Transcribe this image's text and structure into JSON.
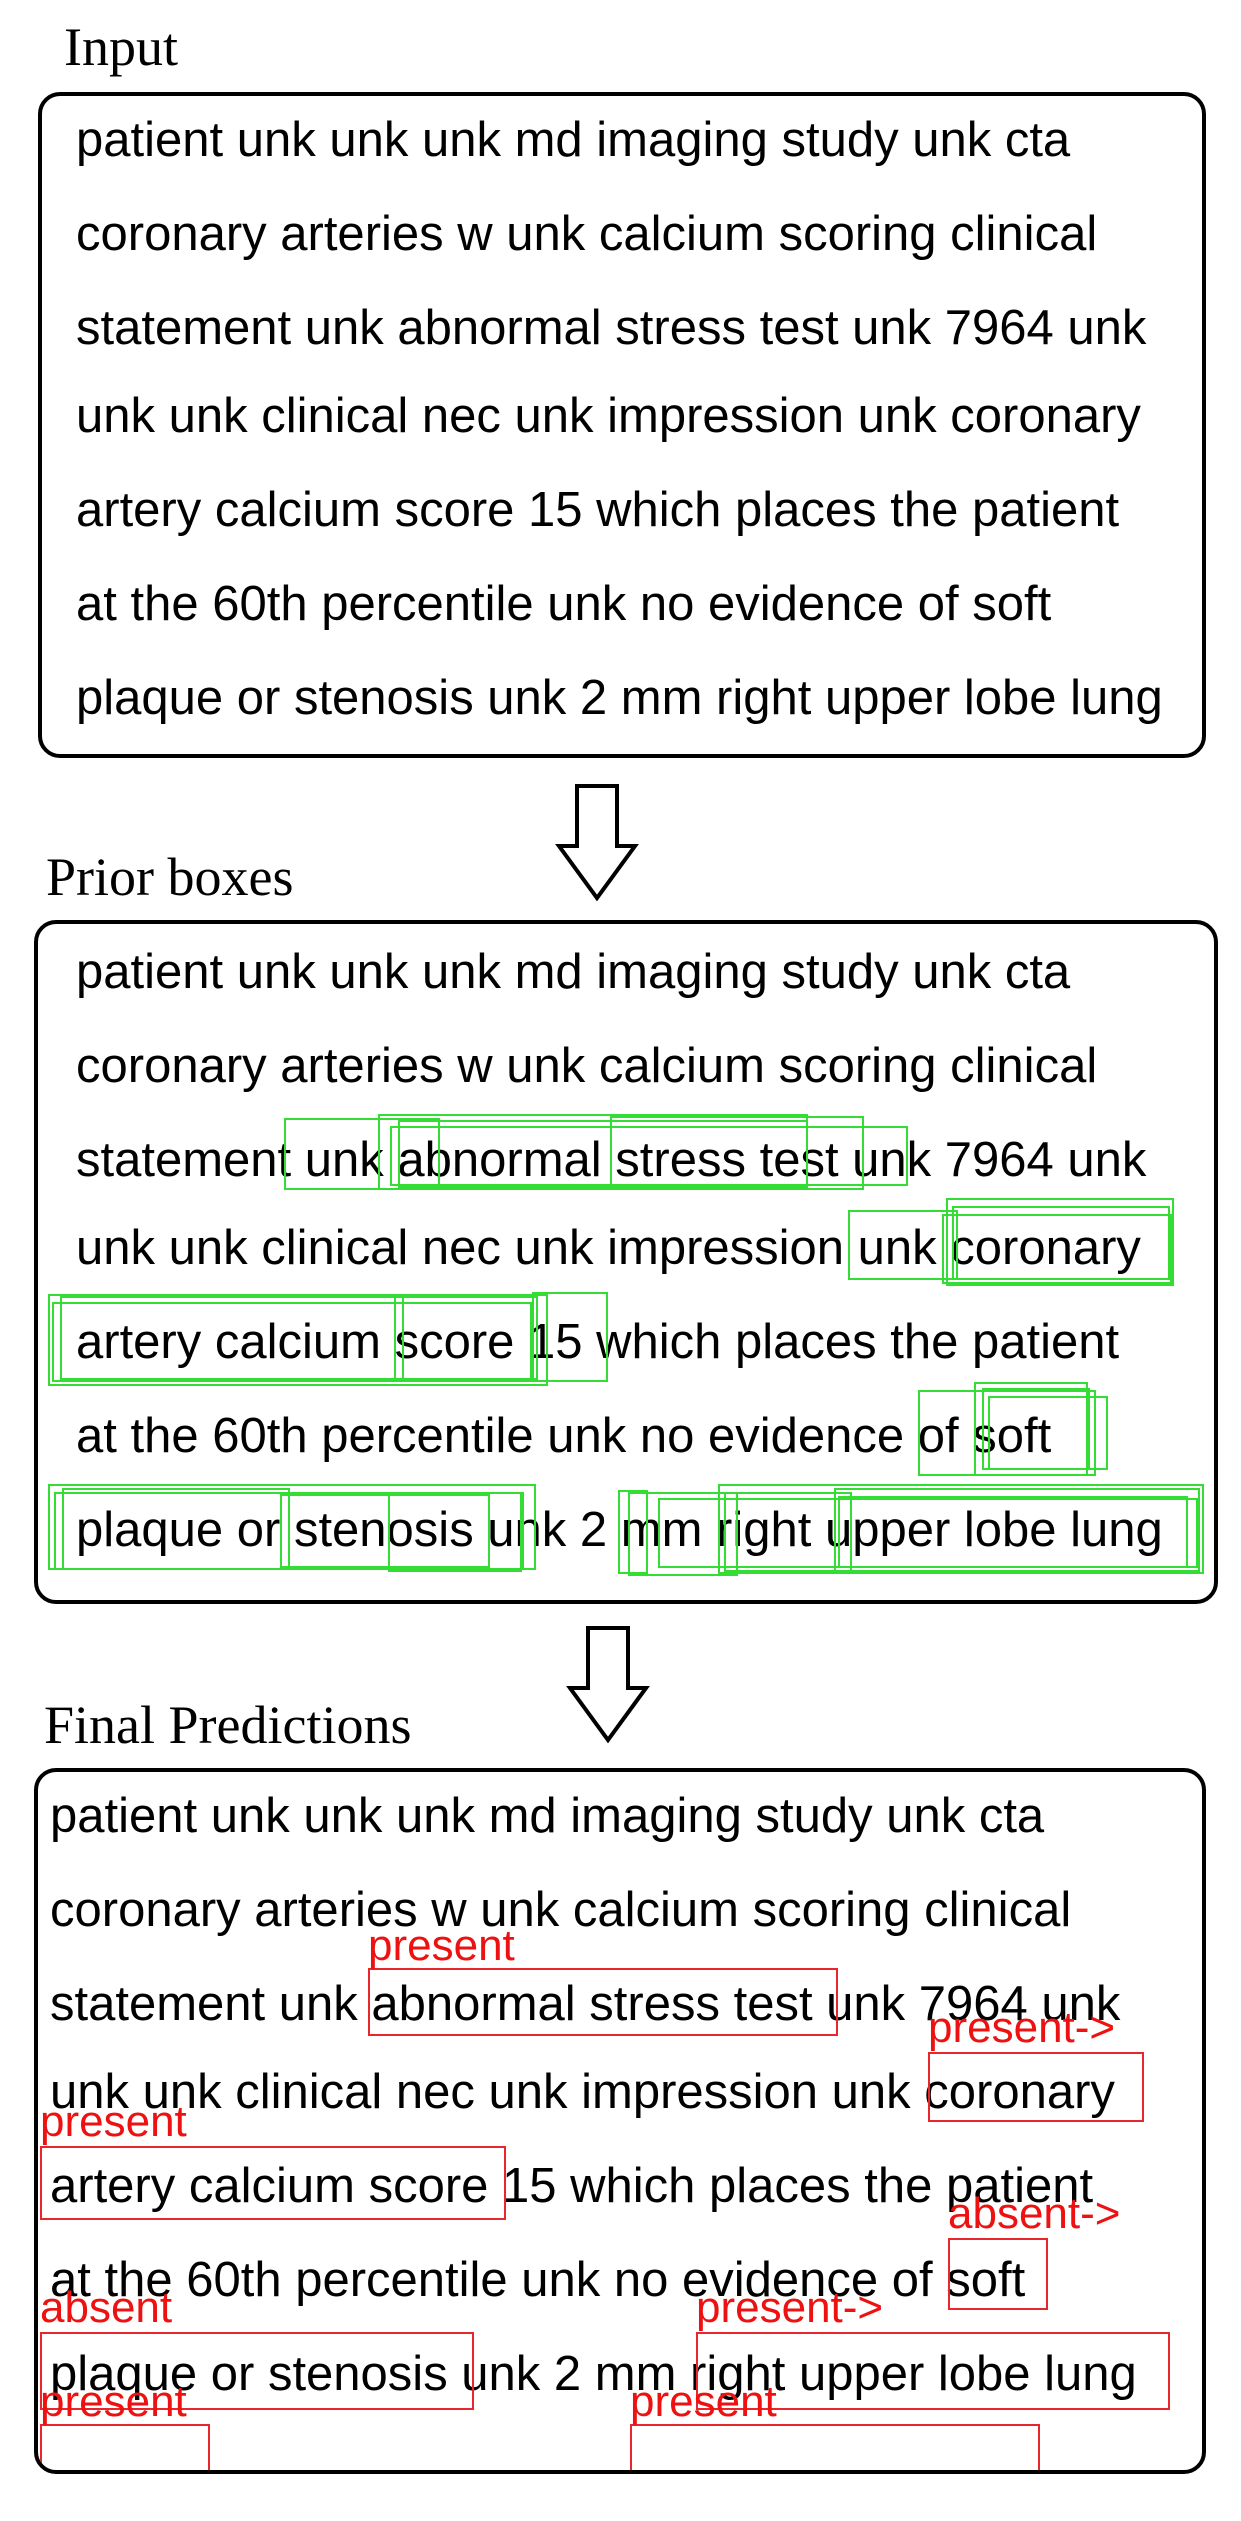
{
  "headings": {
    "input": "Input",
    "prior": "Prior boxes",
    "final": "Final Predictions"
  },
  "input_lines": [
    "patient unk unk unk md imaging study unk cta",
    "coronary arteries w unk calcium scoring clinical",
    "statement unk abnormal stress test unk 7964 unk",
    "unk unk clinical nec unk impression unk coronary",
    "artery calcium score 15 which places the patient",
    "at the 60th percentile unk no evidence of soft",
    "plaque or stenosis unk 2 mm right upper lobe lung"
  ],
  "final_lines": [
    "patient unk unk unk md imaging study unk cta",
    "coronary arteries w unk calcium scoring clinical",
    "statement unk abnormal stress test unk 7964 unk",
    "unk unk clinical nec unk impression unk coronary",
    "artery calcium score 15 which places the patient",
    "at the 60th percentile unk no evidence of soft",
    "plaque or stenosis unk 2 mm right upper lobe lung"
  ],
  "prediction_labels": [
    "present",
    "present->",
    "present",
    "absent->",
    "absent",
    "present->",
    "present",
    "present"
  ],
  "colors": {
    "prior_box": "#33dd33",
    "prediction": "#ee1111"
  },
  "icons": [
    "down-arrow-icon",
    "down-arrow-icon"
  ]
}
